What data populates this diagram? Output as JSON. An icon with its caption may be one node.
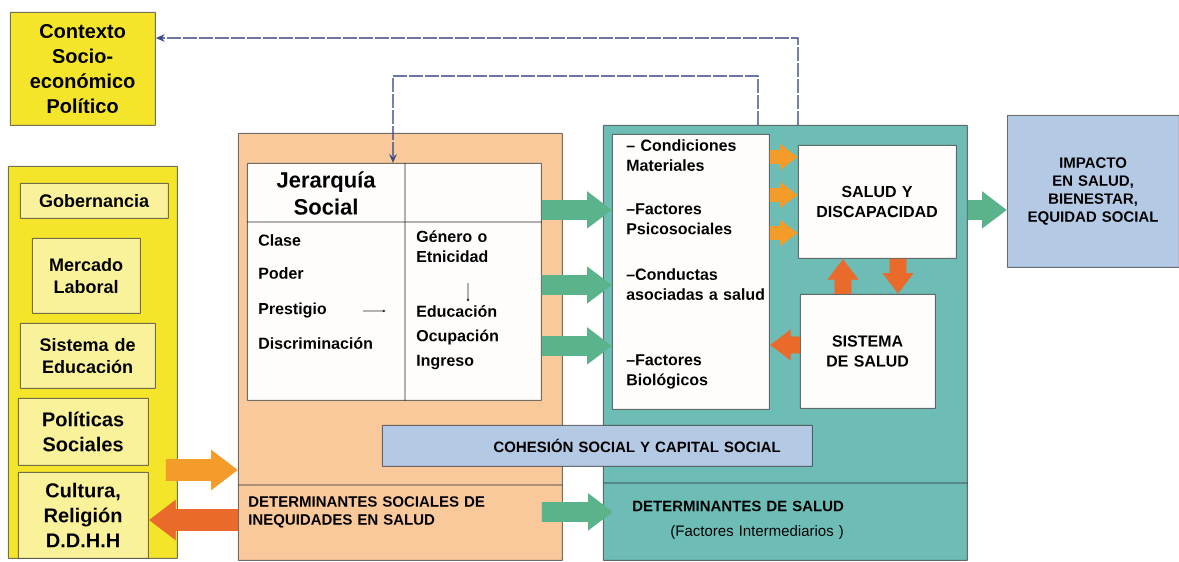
{
  "diagram": {
    "nodes": [
      {
        "text": [
          "Contexto Socio-económico Político"
        ]
      },
      {
        "text": [],
        "shape": "box"
      },
      {
        "text": [
          "Gobernancia"
        ],
        "in": 1
      },
      {
        "text": [
          "Mercado Laboral"
        ],
        "in": 1
      },
      {
        "text": [
          "Sistema de Educación"
        ],
        "in": 1
      },
      {
        "text": [
          "Políticas Sociales"
        ],
        "in": 1
      },
      {
        "text": [
          "Cultura, Religión D.D.H.H"
        ],
        "in": 1
      },
      {
        "text": [
          "DETERMINANTES SOCIALES DE INEQUIDADES EN SALUD"
        ]
      },
      {
        "text": [
          "Jerarquía Social",
          "Clase",
          "Poder",
          "Prestigio",
          "Discriminación",
          "Género o Etnicidad",
          "Educación",
          "Ocupación",
          "Ingreso"
        ],
        "in": 7
      },
      {
        "text": [
          "DETERMINANTES DE SALUD",
          "(Factores Intermediarios )"
        ]
      },
      {
        "text": [
          "COHESIÓN SOCIAL Y CAPITAL SOCIAL"
        ]
      },
      {
        "text": [
          "– Condiciones Materiales",
          "–Factores Psicosociales",
          "–Conductas asociadas a salud",
          "–Factores Biológicos"
        ],
        "in": 9
      },
      {
        "text": [
          "SALUD Y DISCAPACIDAD"
        ],
        "in": 9
      },
      {
        "text": [
          "SISTEMA DE SALUD"
        ],
        "in": 9
      },
      {
        "text": [
          "IMPACTO EN SALUD, BIENESTAR, EQUIDAD SOCIAL"
        ]
      }
    ],
    "edges": [
      {
        "from": 9,
        "to": 0,
        "arrow": "to",
        "style": "dashed",
        "color": "#3b4a8a"
      },
      {
        "from": 9,
        "to": 8,
        "arrow": "to",
        "style": "dashed",
        "color": "#3b4a8a"
      },
      {
        "from": 8,
        "to": 11,
        "arrow": "to"
      },
      {
        "from": 8,
        "to": 11,
        "arrow": "to"
      },
      {
        "from": 8,
        "to": 11,
        "arrow": "to"
      },
      {
        "from": 11,
        "to": 12,
        "arrow": "to",
        "color": "#f39c2a"
      },
      {
        "from": 11,
        "to": 12,
        "arrow": "to",
        "color": "#f39c2a"
      },
      {
        "from": 11,
        "to": 12,
        "arrow": "to",
        "color": "#f39c2a"
      },
      {
        "from": 13,
        "to": 12,
        "arrow": "to",
        "color": "#ea6a2c"
      },
      {
        "from": 12,
        "to": 13,
        "arrow": "to",
        "color": "#ea6a2c"
      },
      {
        "from": 13,
        "to": 11,
        "arrow": "to",
        "color": "#ea6a2c"
      },
      {
        "from": 9,
        "to": 14,
        "arrow": "to"
      },
      {
        "from": 1,
        "to": 7,
        "arrow": "to",
        "color": "#f39c2a"
      },
      {
        "from": 7,
        "to": 6,
        "arrow": "to",
        "color": "#ea6a2c"
      },
      {
        "from": 7,
        "to": 9,
        "arrow": "to"
      }
    ]
  }
}
